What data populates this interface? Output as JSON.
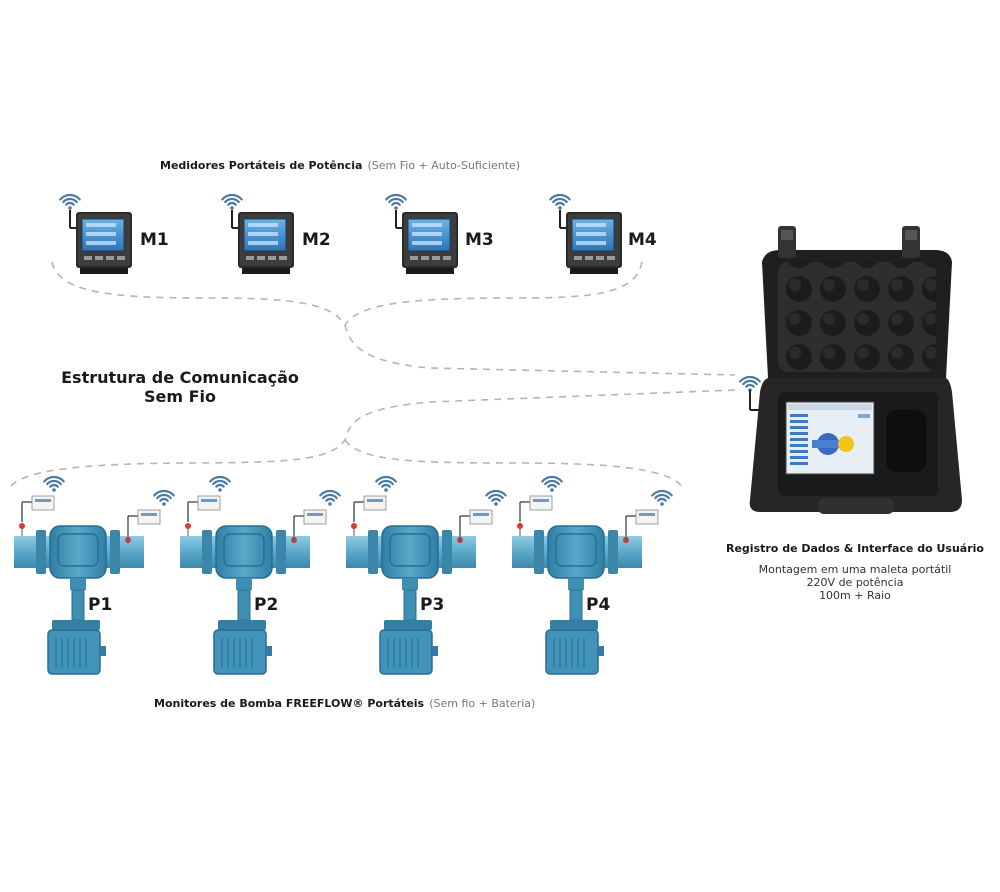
{
  "meters_caption": {
    "bold": "Medidores Portáteis de Potência",
    "muted": "(Sem Fio + Auto-Suficiente)"
  },
  "meters": [
    {
      "label": "M1"
    },
    {
      "label": "M2"
    },
    {
      "label": "M3"
    },
    {
      "label": "M4"
    }
  ],
  "structure": {
    "line1": "Estrutura de Comunicação",
    "line2": "Sem Fio"
  },
  "pumps": [
    {
      "label": "P1"
    },
    {
      "label": "P2"
    },
    {
      "label": "P3"
    },
    {
      "label": "P4"
    }
  ],
  "pumps_caption": {
    "bold": "Monitores de Bomba FREEFLOW® Portáteis",
    "muted": "(Sem fio + Bateria)"
  },
  "logger": {
    "title": "Registro de Dados & Interface do Usuário",
    "lines": [
      "Montagem em uma maleta portátil",
      "220V de potência",
      "100m + Raio"
    ]
  },
  "colors": {
    "pipe": "#5aa9c9",
    "pump_body": "#3f8fb5",
    "meter_screen": "#3b88c9",
    "case": "#2b2b2b",
    "dashed_link": "#b5b5b5",
    "wifi": "#4a7ba6"
  },
  "icons": [
    "wifi-icon",
    "power-meter-icon",
    "pump-icon",
    "carrying-case-icon"
  ]
}
